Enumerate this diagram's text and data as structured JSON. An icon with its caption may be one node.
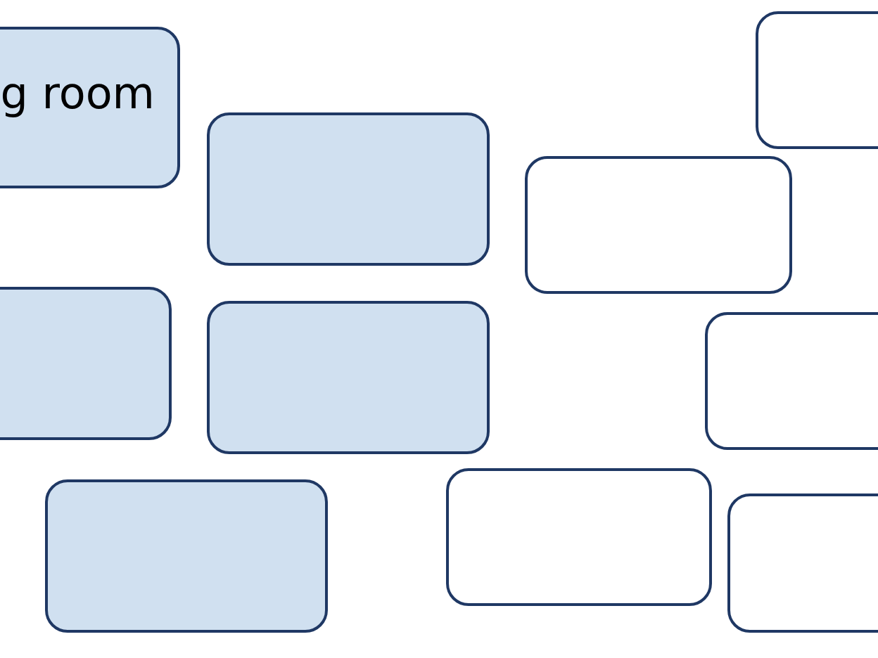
{
  "diagram": {
    "nodes": [
      {
        "text": [
          "g room"
        ]
      },
      {
        "text": [],
        "shape": "box"
      },
      {
        "text": [],
        "shape": "box"
      },
      {
        "text": [],
        "shape": "box"
      },
      {
        "text": [],
        "shape": "box"
      },
      {
        "text": [],
        "shape": "box"
      },
      {
        "text": [],
        "shape": "box"
      },
      {
        "text": [],
        "shape": "box"
      },
      {
        "text": [],
        "shape": "box"
      },
      {
        "text": [],
        "shape": "box"
      }
    ]
  }
}
